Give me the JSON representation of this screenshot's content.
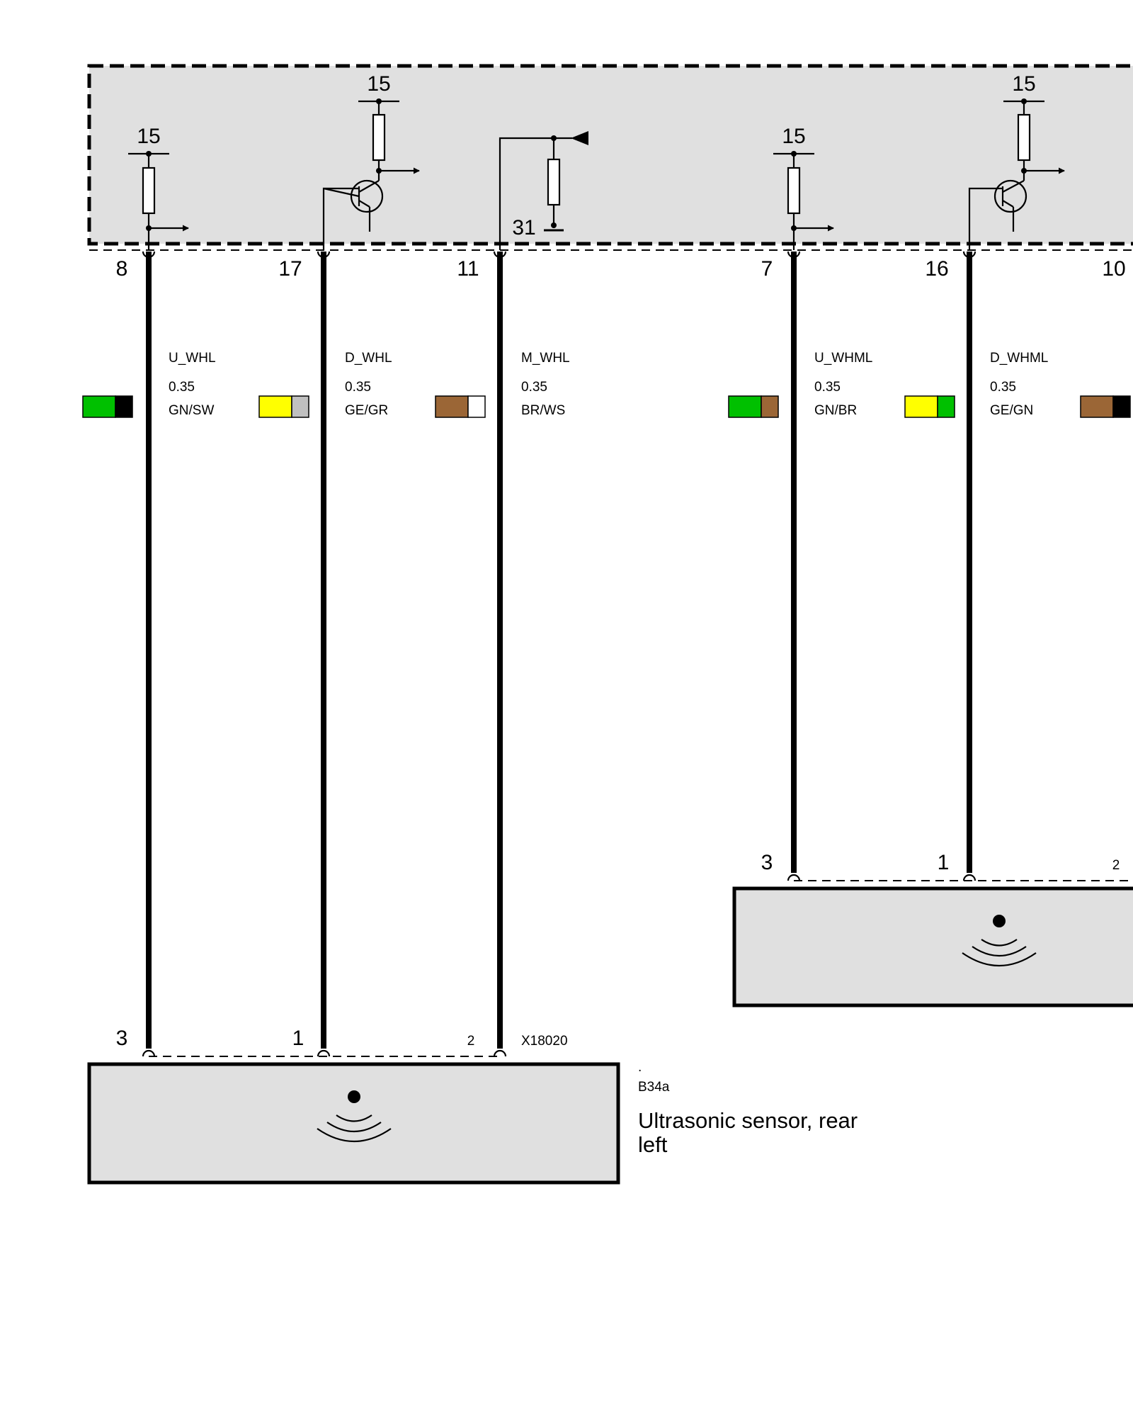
{
  "control_unit": {
    "supply_terminals": [
      "15",
      "15",
      "15",
      "15"
    ],
    "ground_terminal": "31",
    "pins": [
      "8",
      "17",
      "11",
      "7",
      "16",
      "10"
    ]
  },
  "wires": [
    {
      "pin": "8",
      "signal": "U_WHL",
      "gauge": "0.35",
      "color_code": "GN/SW",
      "colors": [
        "#00c000",
        "#000000"
      ]
    },
    {
      "pin": "17",
      "signal": "D_WHL",
      "gauge": "0.35",
      "color_code": "GE/GR",
      "colors": [
        "#ffff00",
        "#c0c0c0"
      ]
    },
    {
      "pin": "11",
      "signal": "M_WHL",
      "gauge": "0.35",
      "color_code": "BR/WS",
      "colors": [
        "#9b6636",
        "#ffffff"
      ]
    },
    {
      "pin": "7",
      "signal": "U_WHML",
      "gauge": "0.35",
      "color_code": "GN/BR",
      "colors": [
        "#00c000",
        "#9b6636"
      ]
    },
    {
      "pin": "16",
      "signal": "D_WHML",
      "gauge": "0.35",
      "color_code": "GE/GN",
      "colors": [
        "#ffff00",
        "#00c000"
      ]
    },
    {
      "pin": "10",
      "signal": "",
      "gauge": "",
      "color_code": "",
      "colors": [
        "#9b6636",
        "#000000"
      ]
    }
  ],
  "sensor_left": {
    "pins": [
      "3",
      "1",
      "2"
    ],
    "connector": "X18020",
    "dot": ".",
    "id": "B34a",
    "name_line1": "Ultrasonic sensor, rear",
    "name_line2": "left"
  },
  "sensor_middle_left": {
    "pins": [
      "3",
      "1",
      "2"
    ]
  }
}
